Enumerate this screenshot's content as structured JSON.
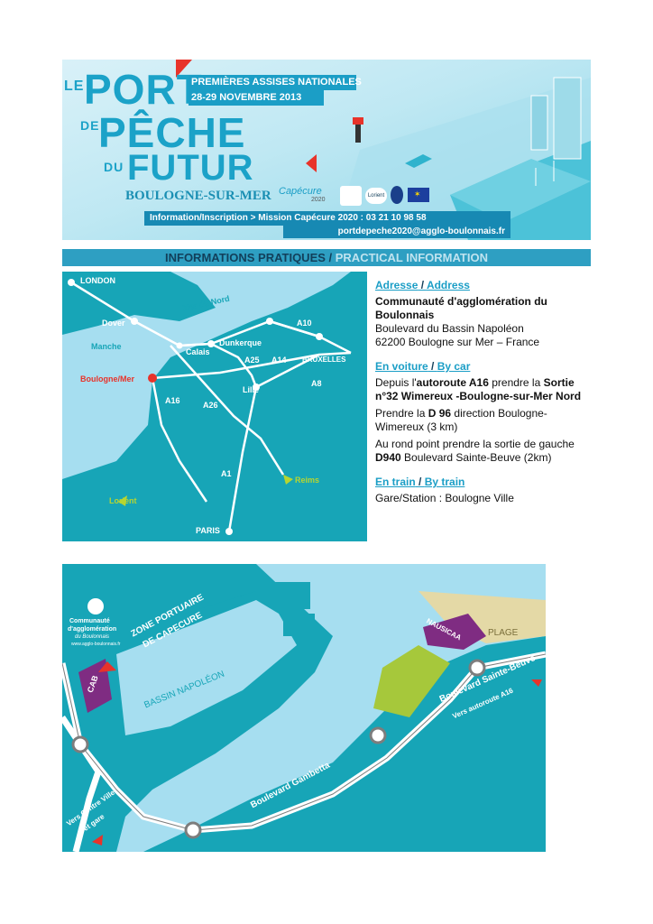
{
  "banner": {
    "title_le": "LE",
    "title_port": "PORT",
    "title_de": "DE",
    "title_peche": "PÊCHE",
    "title_du": "DU",
    "title_futur": "FUTUR",
    "title_city": "BOULOGNE-SUR-MER",
    "event_line1": "PREMIÈRES ASSISES NATIONALES",
    "event_line2": "28-29 NOVEMBRE 2013",
    "info_line": "Information/Inscription > Mission Capécure 2020 : 03 21 10 98 58",
    "email": "portdepeche2020@agglo-boulonnais.fr",
    "logo_capecure": "Capécure",
    "logo_capecure_year": "2020",
    "logo_lorient": "Lorient",
    "colors": {
      "accent": "#1ba2c8",
      "red": "#e8332a"
    }
  },
  "section": {
    "title_fr": "INFORMATIONS PRATIQUES",
    "separator": " / ",
    "title_en": "PRACTICAL INFORMATION"
  },
  "info": {
    "address_heading_fr": "Adresse",
    "address_heading_sep": " / ",
    "address_heading_en": "Address",
    "org_name": "Communauté d'agglomération du Boulonnais",
    "street": "Boulevard du Bassin Napoléon",
    "city": "62200 Boulogne sur Mer – France",
    "car_heading_fr": "En voiture",
    "car_heading_sep": " / ",
    "car_heading_en": "By car",
    "car_p1_a": "Depuis l'",
    "car_p1_b": "autoroute A16",
    "car_p1_c": "  prendre la",
    "car_p1_d": "Sortie n°32 Wimereux -Boulogne-sur-Mer Nord",
    "car_p2_a": "Prendre la ",
    "car_p2_b": "D 96",
    "car_p2_c": " direction Boulogne-Wimereux (3 km)",
    "car_p3_a": "Au rond point prendre la sortie de gauche ",
    "car_p3_b": "D940",
    "car_p3_c": " Boulevard Sainte-Beuve (2km)",
    "train_heading_fr": "En train",
    "train_heading_sep": " / ",
    "train_heading_en": "By train",
    "train_text": "Gare/Station : Boulogne Ville"
  },
  "region_map": {
    "labels": {
      "london": "LONDON",
      "mer_du_nord": "Mer du Nord",
      "dover": "Dover",
      "manche": "Manche",
      "calais": "Calais",
      "dunkerque": "Dunkerque",
      "a10": "A10",
      "a25": "A25",
      "a14": "A14",
      "bruxelles": "BRUXELLES",
      "boulogne": "Boulogne/Mer",
      "lille": "Lille",
      "a8": "A8",
      "a16": "A16",
      "a26": "A26",
      "a1": "A1",
      "reims": "Reims",
      "lorient": "Lorient",
      "paris": "PARIS"
    }
  },
  "local_map": {
    "labels": {
      "zone_portuaire_1": "ZONE PORTUAIRE",
      "zone_portuaire_2": "DE CAPECURE",
      "bassin": "BASSIN NAPOLÉON",
      "nausicaa": "NAUSICAA",
      "plage": "PLAGE",
      "bd_sainte_beuve": "Boulevard Sainte-Beuve",
      "vers_a16": "Vers autoroute A16",
      "bd_gambetta": "Boulevard Gambetta",
      "vers_centre_1": "Vers Centre Ville",
      "vers_centre_2": "et gare",
      "cab": "CAB",
      "logo_1": "Communauté",
      "logo_2": "d'agglomération",
      "logo_3": "du Boulonnais",
      "logo_4": "www.agglo-boulonnais.fr"
    }
  }
}
